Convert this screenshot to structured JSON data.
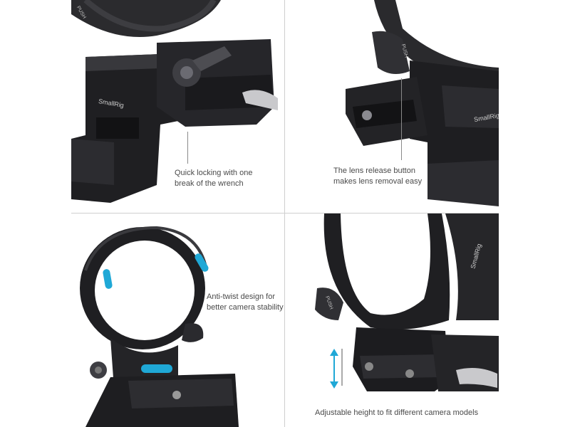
{
  "brand": "SmallRig",
  "push_label": "PUSH",
  "colors": {
    "accent": "#1fa8d6",
    "metal_dark": "#1c1c1e",
    "metal_mid": "#2e2e31",
    "metal_light": "#4a4a4e",
    "caption": "#4a4a4a"
  },
  "panels": [
    {
      "caption_lines": [
        "Quick locking with one",
        "break of the wrench"
      ]
    },
    {
      "caption_lines": [
        "The lens release button",
        "makes lens removal easy"
      ]
    },
    {
      "caption_lines": [
        "Anti-twist design for",
        "better camera stability"
      ]
    },
    {
      "caption_lines": [
        "Adjustable height to fit different camera models"
      ]
    }
  ]
}
